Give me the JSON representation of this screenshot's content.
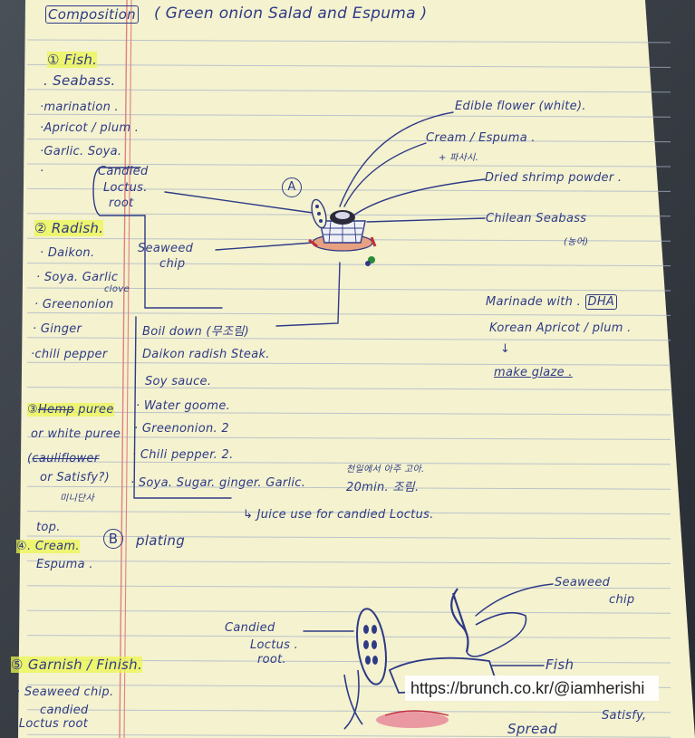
{
  "header": {
    "composition_label": "Composition",
    "title": "( Green onion Salad and Espuma )"
  },
  "left_column": {
    "fish_heading": "① Fish.",
    "seabass": ". Seabass.",
    "marination": "·marination .",
    "apricot_plum": "·Apricot / plum .",
    "garlic_soya": "·Garlic. Soya.",
    "bullet": "·",
    "candied_lotus": [
      "Candied",
      "Loctus.",
      "root"
    ],
    "radish_heading": "② Radish.",
    "daikon": "· Daikon.",
    "soya_garlic": [
      "· Soya. Garlic",
      "clove"
    ],
    "greenonion": "· Greenonion",
    "ginger": "· Ginger",
    "chili": "·chili pepper",
    "hemp_num": "③",
    "hemp_struck": "Hemp",
    "hemp_after": " puree",
    "white_puree": "or white puree",
    "cauliflower_paren": "(",
    "cauliflower_struck": "cauliflower",
    "satisfy": "or Satisfy?)",
    "korean_note": "미니단사",
    "top": "top.",
    "cream_espuma": [
      "④. Cream.",
      "Espuma ."
    ],
    "garnish_heading": "⑤ Garnish / Finish.",
    "seaweed_chip": "· Seaweed chip.",
    "candied_lotus_root": [
      "candied",
      "· Loctus root"
    ]
  },
  "middle": {
    "seaweed_chip_label": [
      "Seaweed",
      "chip"
    ],
    "boil_down": "Boil down (무조림)",
    "daikon_steak": "Daikon radish Steak.",
    "soy_sauce": "Soy sauce.",
    "water": "· Water goome.",
    "greenonion2": "· Greenonion. 2",
    "chili2": "· Chili pepper. 2.",
    "soya_sugar": "· Soya. Sugar. ginger. Garlic.",
    "twenty_min": "20min. 조림.",
    "korean_top": "천일에서 아주 고아.",
    "juice": "↳ Juice use for candied Loctus."
  },
  "diagram_a": {
    "circle_label": "A",
    "edible_flower": "Edible flower (white).",
    "cream_espuma": "Cream / Espuma .",
    "cream_plus": "+ 파사시.",
    "shrimp": "Dried shrimp powder .",
    "chilean": "Chilean Seabass",
    "chilean_ko": "(농어)",
    "marinade_prefix": "Marinade with . ",
    "marinade_boxed": "DHA",
    "apricot": "Korean Apricot / plum .",
    "arrow": "↓",
    "glaze": "make glaze ."
  },
  "plating": {
    "circle_label": "B",
    "title": "plating",
    "seaweed": [
      "Seaweed",
      "chip"
    ],
    "candied": [
      "Candied",
      "Loctus .",
      "root."
    ],
    "fish": "Fish",
    "satisfy": "Satisfy,",
    "spread": "Spread"
  },
  "watermark": "https://brunch.co.kr/@iamherishi"
}
